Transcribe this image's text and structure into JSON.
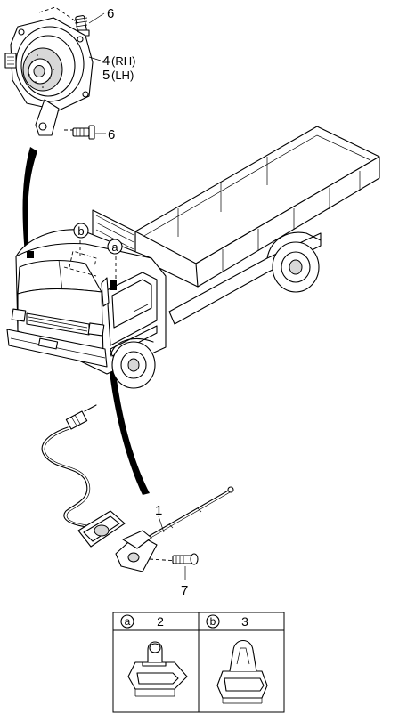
{
  "callouts": {
    "c6_top": "6",
    "c4": "4",
    "c4_side": "(RH)",
    "c5": "5",
    "c5_side": "(LH)",
    "c6_mid": "6",
    "c1": "1",
    "c7": "7"
  },
  "circle_refs": {
    "a": "a",
    "b": "b"
  },
  "legend": {
    "a_letter": "a",
    "a_part": "2",
    "b_letter": "b",
    "b_part": "3"
  }
}
